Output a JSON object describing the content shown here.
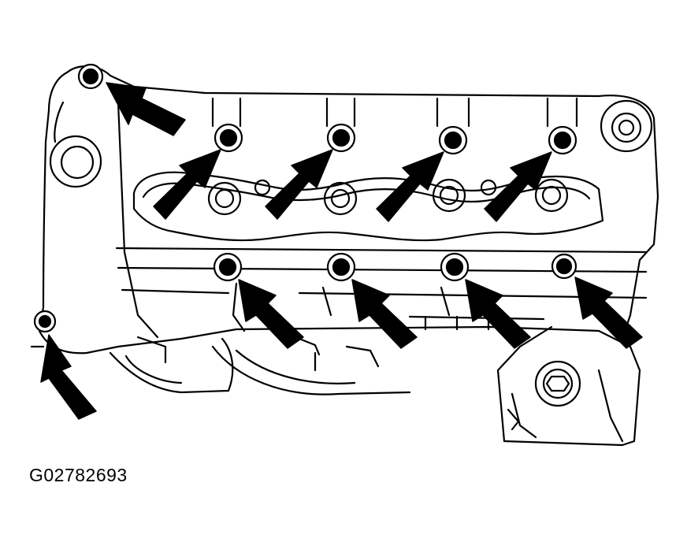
{
  "figure": {
    "code": "G02782693",
    "subject": "engine-cover-bolt-locations",
    "bolt_count": 10,
    "arrow_count": 10
  },
  "colors": {
    "line": "#000000",
    "background": "#ffffff"
  }
}
